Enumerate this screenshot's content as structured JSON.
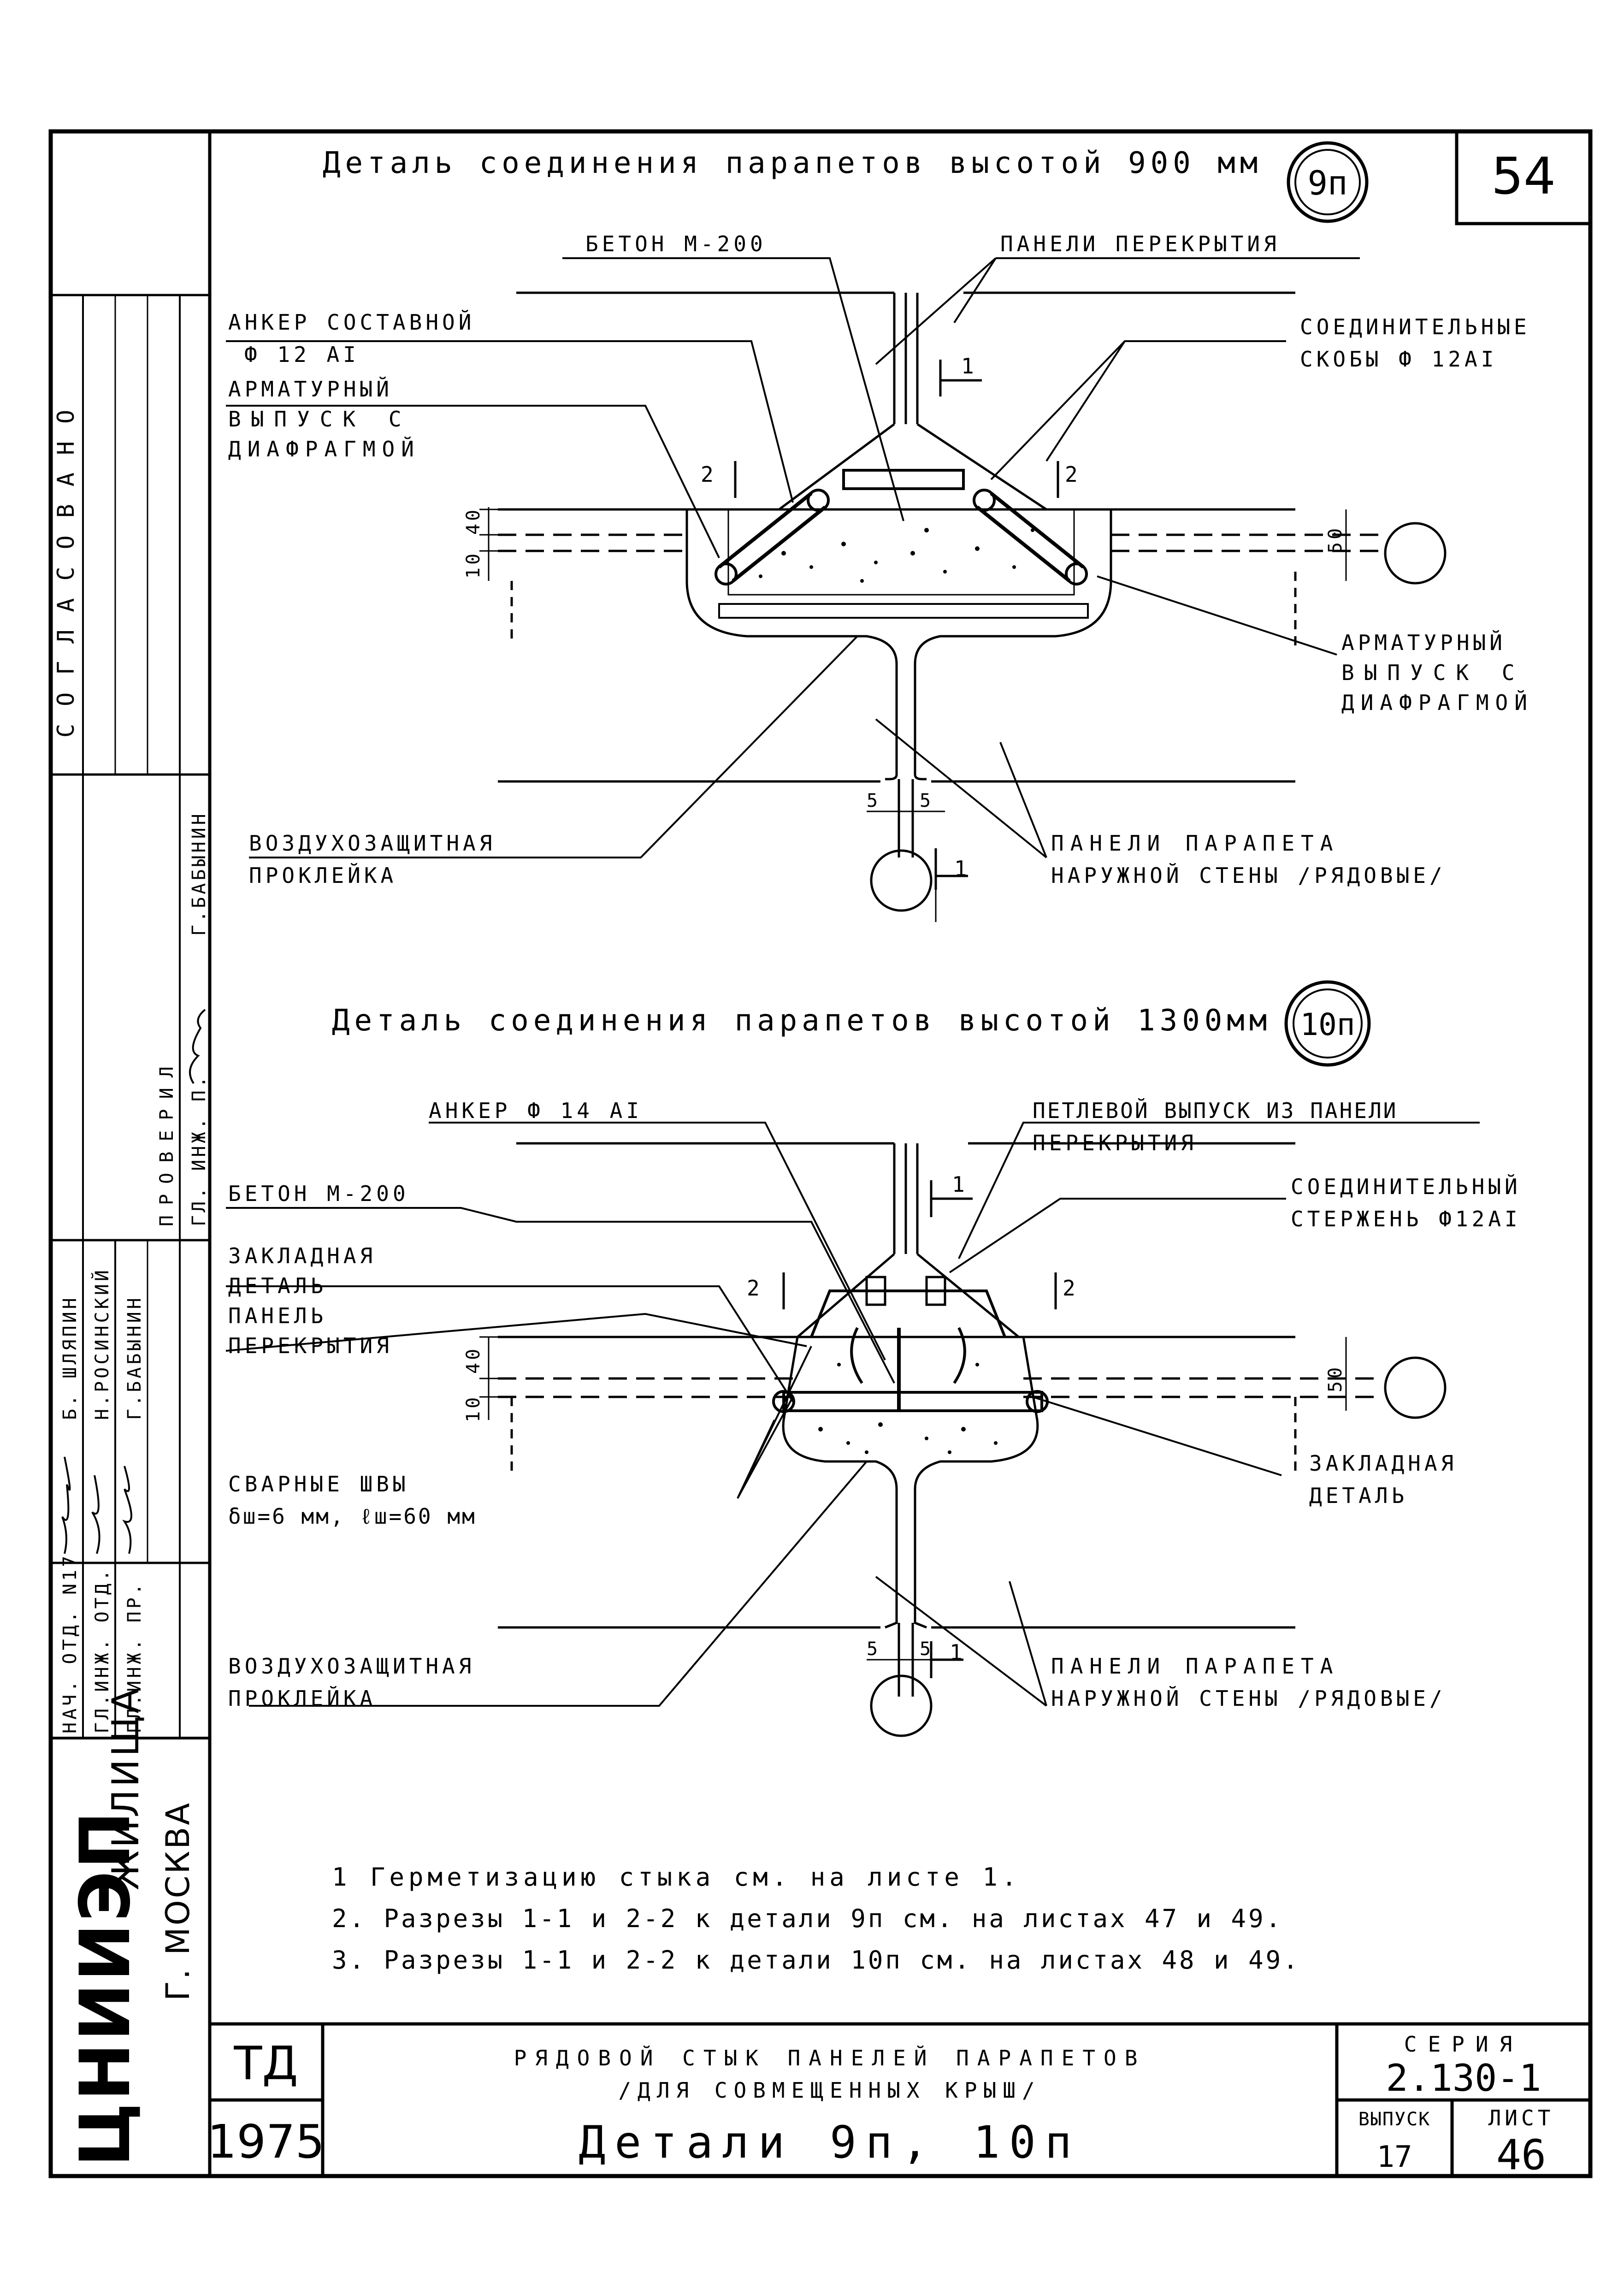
{
  "sheet": {
    "number_top": "54",
    "approved_label": "СОГЛАСОВАНО",
    "checked_label": "ПРОВЕРИЛ",
    "checked_role": "ГЛ. ИНЖ. П.",
    "checked_name": "Г.БАБЫНИН",
    "staff": [
      {
        "role": "НАЧ. ОТД. N17",
        "name": "Б. ШЛЯПИН"
      },
      {
        "role": "ГЛ.ИНЖ. ОТД.",
        "name": "Н.РОСИНСКИЙ"
      },
      {
        "role": "ГЛ.ИНЖ. ПР.",
        "name": "Г.БАБЫНИН"
      }
    ],
    "org_logo": "ЦНИИЭП",
    "org_name": "ЖИЛИЩА",
    "org_city": "Г. МОСКВА"
  },
  "detail1": {
    "title": "Деталь соединения парапетов высотой 900 мм",
    "badge": "9п",
    "labels": {
      "concrete": "БЕТОН М-200",
      "slabs": "ПАНЕЛИ ПЕРЕКРЫТИЯ",
      "anchor": "АНКЕР СОСТАВНОЙ",
      "anchor_dia": "Ф 12 АI",
      "rebar_l1": "АРМАТУРНЫЙ",
      "rebar_l2": "ВЫПУСК С",
      "rebar_l3": "ДИАФРАГМОЙ",
      "brackets_l1": "СОЕДИНИТЕЛЬНЫЕ",
      "brackets_l2": "СКОБЫ Ф 12АI",
      "rebar_r1": "АРМАТУРНЫЙ",
      "rebar_r2": "ВЫПУСК С",
      "rebar_r3": "ДИАФРАГМОЙ",
      "air_l1": "ВОЗДУХОЗАЩИТНАЯ",
      "air_l2": "ПРОКЛЕЙКА",
      "parapet_l1": "ПАНЕЛИ ПАРАПЕТА",
      "parapet_l2": "НАРУЖНОЙ СТЕНЫ /РЯДОВЫЕ/"
    },
    "dims": {
      "d40": "40",
      "d10": "10",
      "d50": "50",
      "d5a": "5",
      "d5b": "5"
    },
    "sections": {
      "s1": "1",
      "s1b": "1",
      "s2a": "2",
      "s2b": "2"
    }
  },
  "detail2": {
    "title": "Деталь соединения парапетов высотой 1300мм",
    "badge": "10п",
    "labels": {
      "anchor": "АНКЕР Ф 14 АI",
      "loop_l1": "ПЕТЛЕВОЙ ВЫПУСК ИЗ ПАНЕЛИ",
      "loop_l2": "ПЕРЕКРЫТИЯ",
      "concrete": "БЕТОН М-200",
      "rod_l1": "СОЕДИНИТЕЛЬНЫЙ",
      "rod_l2": "СТЕРЖЕНЬ Ф12АI",
      "embed_l1": "ЗАКЛАДНАЯ",
      "embed_l2": "ДЕТАЛЬ",
      "embed_l3": "ПАНЕЛЬ",
      "embed_l4": "ПЕРЕКРЫТИЯ",
      "welds_l1": "СВАРНЫЕ ШВЫ",
      "welds_l2": "δш=6 мм, ℓш=60 мм",
      "embed_r1": "ЗАКЛАДНАЯ",
      "embed_r2": "ДЕТАЛЬ",
      "air_l1": "ВОЗДУХОЗАЩИТНАЯ",
      "air_l2": "ПРОКЛЕЙКА",
      "parapet_l1": "ПАНЕЛИ ПАРАПЕТА",
      "parapet_l2": "НАРУЖНОЙ СТЕНЫ /РЯДОВЫЕ/"
    },
    "dims": {
      "d40": "40",
      "d10": "10",
      "d50": "50",
      "d5a": "5",
      "d5b": "5"
    },
    "sections": {
      "s1": "1",
      "s1b": "1",
      "s2a": "2",
      "s2b": "2"
    }
  },
  "notes": [
    "1 Герметизацию стыка см. на листе 1.",
    "2. Разрезы 1-1 и 2-2 к детали 9п см. на листах 47 и 49.",
    "3. Разрезы 1-1 и 2-2 к детали 10п см. на листах 48 и 49."
  ],
  "title_block": {
    "code": "ТД",
    "year": "1975",
    "desc_l1": "РЯДОВОЙ СТЫК ПАНЕЛЕЙ ПАРАПЕТОВ",
    "desc_l2": "/ДЛЯ СОВМЕЩЕННЫХ КРЫШ/",
    "desc_l3": "Детали 9п, 10п",
    "series_label": "СЕРИЯ",
    "series_value": "2.130-1",
    "issue_label": "ВЫПУСК",
    "issue_value": "17",
    "sheet_label": "ЛИСТ",
    "sheet_value": "46"
  }
}
